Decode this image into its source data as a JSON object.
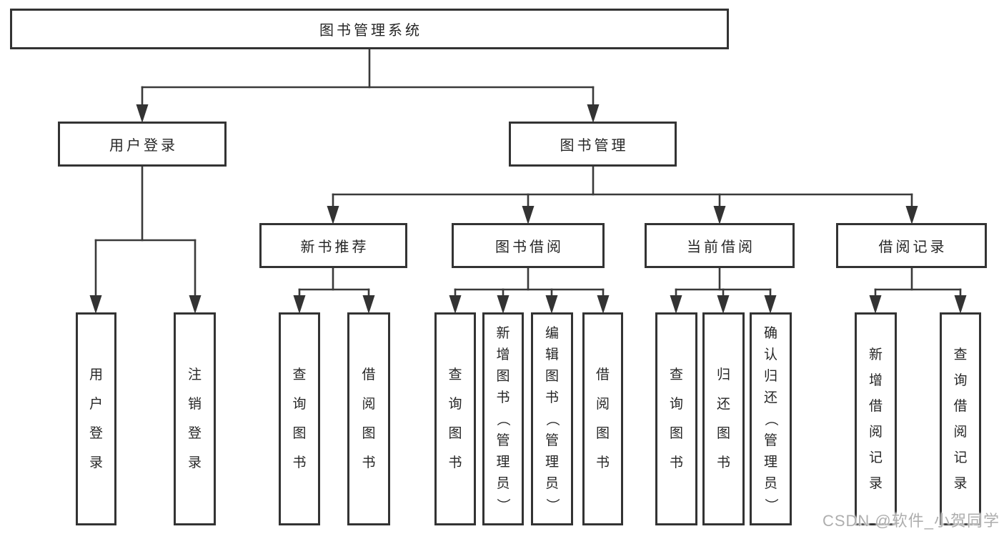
{
  "diagram": {
    "root": {
      "label": "图书管理系统"
    },
    "level2": [
      {
        "id": "user-login",
        "label": "用户登录"
      },
      {
        "id": "book-management",
        "label": "图书管理"
      }
    ],
    "level3": [
      {
        "id": "new-book-recommend",
        "label": "新书推荐",
        "parent": "book-management"
      },
      {
        "id": "book-borrow",
        "label": "图书借阅",
        "parent": "book-management"
      },
      {
        "id": "current-borrow",
        "label": "当前借阅",
        "parent": "book-management"
      },
      {
        "id": "borrow-records",
        "label": "借阅记录",
        "parent": "book-management"
      }
    ],
    "leaves": [
      {
        "parent": "user-login",
        "label": "用户登录"
      },
      {
        "parent": "user-login",
        "label": "注销登录"
      },
      {
        "parent": "new-book-recommend",
        "label": "查询图书"
      },
      {
        "parent": "new-book-recommend",
        "label": "借阅图书"
      },
      {
        "parent": "book-borrow",
        "label": "查询图书"
      },
      {
        "parent": "book-borrow",
        "label": "新增图书（管理员）"
      },
      {
        "parent": "book-borrow",
        "label": "编辑图书（管理员）"
      },
      {
        "parent": "book-borrow",
        "label": "借阅图书"
      },
      {
        "parent": "current-borrow",
        "label": "查询图书"
      },
      {
        "parent": "current-borrow",
        "label": "归还图书"
      },
      {
        "parent": "current-borrow",
        "label": "确认归还（管理员）"
      },
      {
        "parent": "borrow-records",
        "label": "新增借阅记录"
      },
      {
        "parent": "borrow-records",
        "label": "查询借阅记录"
      }
    ],
    "watermark": "CSDN @软件_小贺同学",
    "colors": {
      "line": "#3a3a3a",
      "arrow": "#333333",
      "box_border": "#333333",
      "box_fill": "#ffffff",
      "text": "#262626",
      "watermark": "#aeaeae",
      "background": "#ffffff"
    }
  }
}
